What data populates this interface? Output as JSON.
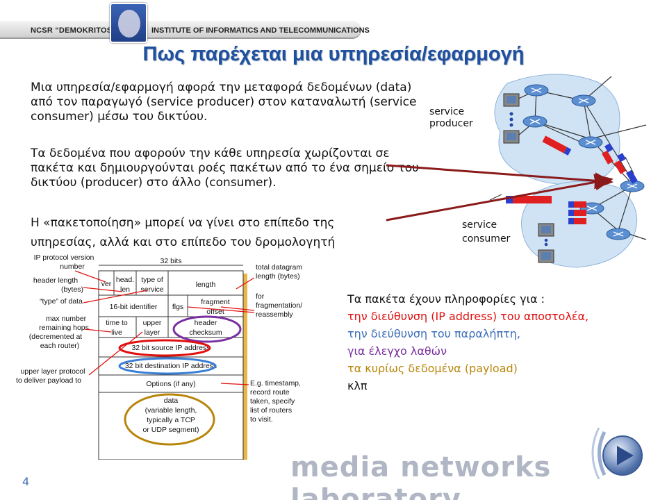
{
  "header": {
    "org": "NCSR “DEMOKRITOS”",
    "institute": "INSTITUTE OF INFORMATICS AND TELECOMMUNICATIONS"
  },
  "slide": {
    "title": "Πως παρέχεται μια υπηρεσία/εφαρμογή",
    "paragraphs": [
      "Μια υπηρεσία/εφαρμογή αφορά την μεταφορά δεδομένων  (data) από τον παραγωγό (service producer) στον καταναλωτή  (service consumer) μέσω του δικτύου.",
      "Τα δεδομένα που αφορούν την κάθε υπηρεσία χωρίζονται σε πακέτα  και δημιουργούνται ροές πακέτων από το ένα σημείο του δικτύου (producer) στο άλλο  (consumer).",
      "Η «πακετοποίηση» μπορεί να γίνει στο επίπεδο της υπηρεσίας, αλλά και στο επίπεδο του δρομολογητή"
    ],
    "page_number": "4"
  },
  "network": {
    "producer_label_1": "service",
    "producer_label_2": "producer",
    "consumer_label_1": "service",
    "consumer_label_2": "consumer"
  },
  "datagram": {
    "bits_label": "32 bits",
    "fields": {
      "ver": "ver",
      "head_len_1": "head.",
      "head_len_2": "len",
      "tos_1": "type of",
      "tos_2": "service",
      "length": "length",
      "identifier": "16-bit identifier",
      "flgs": "flgs",
      "frag_1": "fragment",
      "frag_2": "offset",
      "ttl_1": "time to",
      "ttl_2": "live",
      "upper_1": "upper",
      "upper_2": "layer",
      "checksum_1": "header",
      "checksum_2": "checksum",
      "src": "32 bit source IP address",
      "dst": "32 bit destination IP address",
      "options": "Options (if any)",
      "data_1": "data",
      "data_2": "(variable length,",
      "data_3": "typically a TCP",
      "data_4": "or UDP segment)"
    },
    "left_notes": {
      "version_1": "IP protocol version",
      "version_2": "number",
      "hlen_1": "header length",
      "hlen_2": "(bytes)",
      "type": "“type” of data",
      "hops_1": "max number",
      "hops_2": "remaining hops",
      "hops_3": "(decremented at",
      "hops_4": "each router)",
      "proto_1": "upper layer protocol",
      "proto_2": "to deliver payload to"
    },
    "right_notes": {
      "total_1": "total datagram",
      "total_2": "length (bytes)",
      "frag_1": "for",
      "frag_2": "fragmentation/",
      "frag_3": "reassembly",
      "eg_1": "E.g. timestamp,",
      "eg_2": "record route",
      "eg_3": "taken, specify",
      "eg_4": "list of routers",
      "eg_5": "to visit."
    }
  },
  "info": {
    "intro": "Τα πακέτα έχουν πληροφορίες για :",
    "items": [
      {
        "text": "την διεύθυνση (IP address) του αποστολέα,",
        "color": "#e01010"
      },
      {
        "text": "την διεύθυνση του παραλήπτη,",
        "color": "#3a6db8"
      },
      {
        "text": "για έλεγχο λαθών",
        "color": "#7a2fa0"
      },
      {
        "text": "τα κυρίως δεδομένα (payload)",
        "color": "#b8860b"
      },
      {
        "text": "κλπ",
        "color": "#111111"
      }
    ]
  },
  "footer": {
    "lab": "media networks laboratory"
  }
}
